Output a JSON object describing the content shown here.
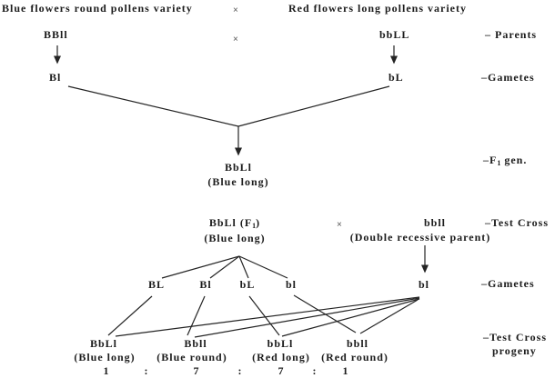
{
  "colors": {
    "ink": "#1c1c1c",
    "line": "#242424",
    "cross_symbol": "#555555",
    "background": "#ffffff"
  },
  "p_generation": {
    "left_variety": "Blue flowers round pollens variety",
    "right_variety": "Red flowers long pollens variety",
    "cross_symbol_top": "×",
    "cross_symbol_parents": "×",
    "left_parent_genotype": "BBll",
    "right_parent_genotype": "bbLL",
    "left_gamete": "Bl",
    "right_gamete": "bL",
    "f1_genotype": "BbLl",
    "f1_phenotype": "(Blue long)"
  },
  "side_labels": {
    "parents": "– Parents",
    "gametes_p": "–Gametes",
    "f1_gen": {
      "pre": "–F",
      "sub": "1",
      "post": " gen."
    },
    "test_cross": "–Test Cross",
    "gametes_tc": "–Gametes",
    "test_cross_progeny_line1": "–Test Cross",
    "test_cross_progeny_line2": "progeny"
  },
  "test_cross": {
    "f1_parent": {
      "genotype_pre": "BbLl (F",
      "genotype_sub": "1",
      "genotype_post": ")",
      "phenotype": "(Blue long)"
    },
    "cross_symbol": "×",
    "recessive_parent": {
      "genotype": "bbll",
      "description": "(Double recessive parent)"
    },
    "f1_gametes": [
      "BL",
      "Bl",
      "bL",
      "bl"
    ],
    "recessive_gamete": "bl",
    "progeny": [
      {
        "genotype": "BbLl",
        "phenotype": "(Blue long)",
        "ratio": "1"
      },
      {
        "genotype": "Bbll",
        "phenotype": "(Blue round)",
        "ratio": "7"
      },
      {
        "genotype": "bbLl",
        "phenotype": "(Red long)",
        "ratio": "7"
      },
      {
        "genotype": "bbll",
        "phenotype": "(Red round)",
        "ratio": "1"
      }
    ],
    "ratio_separators": [
      ":",
      ":",
      ":"
    ]
  }
}
